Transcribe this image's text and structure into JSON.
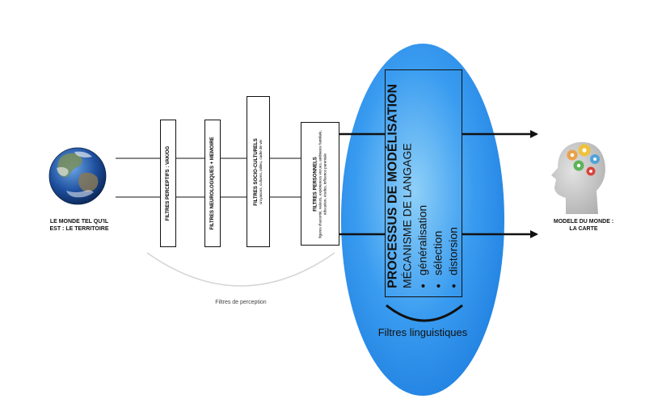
{
  "territory_label": "LE MONDE TEL QU'IL EST : LE TERRITOIRE",
  "filters": [
    {
      "title": "FILTRES PERCEPTIFS : VAK/OG",
      "subtitle": ""
    },
    {
      "title": "FILTRES NEUROLOGIQUES + MEMOIRE",
      "subtitle": ""
    },
    {
      "title": "FILTRES SOCIO-CULTURELS",
      "subtitle": "croyances, cultures, milieu, cadre de vie"
    },
    {
      "title": "FILTRES PERSONNELS",
      "subtitle": "figures d'autorité, valeurs, expériences vécues, ambiance familiale, éducation, études, influence parentale"
    }
  ],
  "perception_label": "Filtres de perception",
  "process": {
    "title": "PROCESSUS DE MODÉLISATION",
    "subtitle": "MÉCANISME DE LANGAGE",
    "items": [
      "généralisation",
      "sélection",
      "distorsion"
    ]
  },
  "linguistic_label": "Filtres linguistiques",
  "map_label": "MODELE DU MONDE : LA CARTE",
  "colors": {
    "ellipse_light": "#8fd0f8",
    "ellipse_dark": "#1f7fe0",
    "ocean": "#1d4f9e",
    "head": "#c9c9c9"
  },
  "icons": [
    "earth-globe-icon",
    "head-gears-icon"
  ]
}
